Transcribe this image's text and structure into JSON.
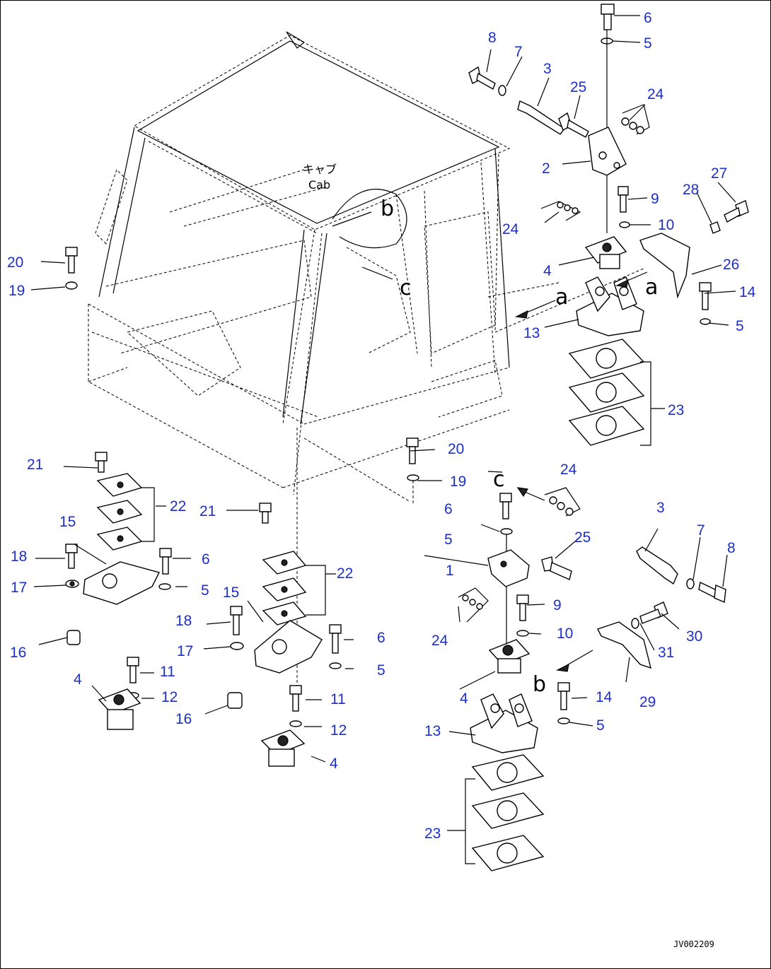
{
  "diagram": {
    "cab_label_jp": "キャブ",
    "cab_label_en": "Cab",
    "drawing_code": "JV002209",
    "view_letters": {
      "a": "a",
      "b": "b",
      "c": "c"
    },
    "callouts": [
      {
        "text": "6"
      },
      {
        "text": "5"
      },
      {
        "text": "8"
      },
      {
        "text": "7"
      },
      {
        "text": "3"
      },
      {
        "text": "25"
      },
      {
        "text": "24"
      },
      {
        "text": "2"
      },
      {
        "text": "24"
      },
      {
        "text": "9"
      },
      {
        "text": "27"
      },
      {
        "text": "28"
      },
      {
        "text": "10"
      },
      {
        "text": "20"
      },
      {
        "text": "4"
      },
      {
        "text": "26"
      },
      {
        "text": "19"
      },
      {
        "text": "14"
      },
      {
        "text": "13"
      },
      {
        "text": "5"
      },
      {
        "text": "23"
      },
      {
        "text": "20"
      },
      {
        "text": "21"
      },
      {
        "text": "19"
      },
      {
        "text": "24"
      },
      {
        "text": "6"
      },
      {
        "text": "22"
      },
      {
        "text": "21"
      },
      {
        "text": "3"
      },
      {
        "text": "15"
      },
      {
        "text": "5"
      },
      {
        "text": "25"
      },
      {
        "text": "7"
      },
      {
        "text": "8"
      },
      {
        "text": "18"
      },
      {
        "text": "6"
      },
      {
        "text": "1"
      },
      {
        "text": "17"
      },
      {
        "text": "5"
      },
      {
        "text": "22"
      },
      {
        "text": "15"
      },
      {
        "text": "9"
      },
      {
        "text": "24"
      },
      {
        "text": "18"
      },
      {
        "text": "10"
      },
      {
        "text": "30"
      },
      {
        "text": "16"
      },
      {
        "text": "6"
      },
      {
        "text": "17"
      },
      {
        "text": "31"
      },
      {
        "text": "11"
      },
      {
        "text": "5"
      },
      {
        "text": "4"
      },
      {
        "text": "12"
      },
      {
        "text": "29"
      },
      {
        "text": "11"
      },
      {
        "text": "14"
      },
      {
        "text": "16"
      },
      {
        "text": "12"
      },
      {
        "text": "5"
      },
      {
        "text": "4"
      },
      {
        "text": "13"
      },
      {
        "text": "23"
      }
    ]
  }
}
